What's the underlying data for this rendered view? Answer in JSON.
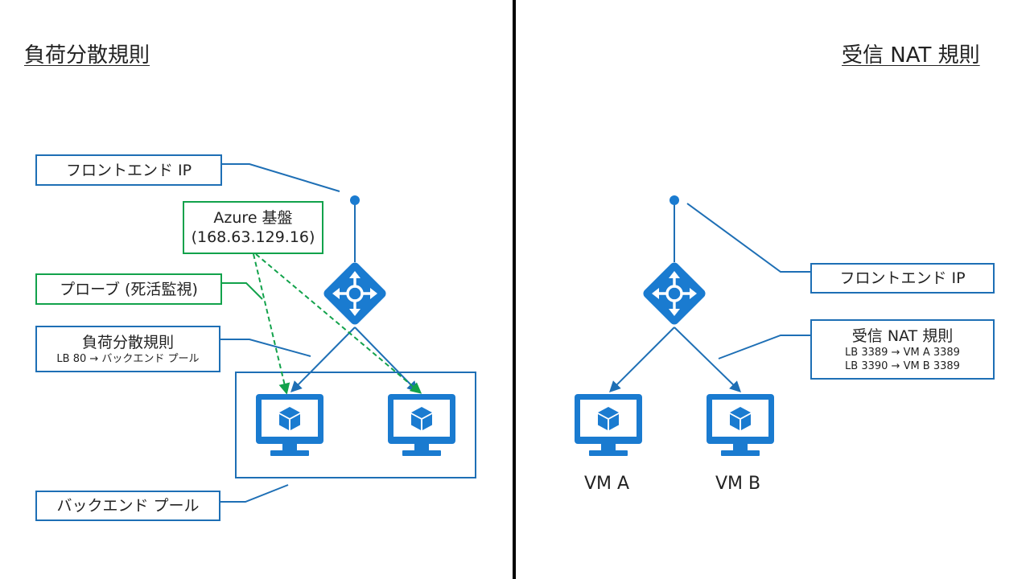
{
  "left": {
    "title": "負荷分散規則",
    "frontend_label": "フロントエンド IP",
    "azure_label": "Azure 基盤",
    "azure_ip": "(168.63.129.16)",
    "probe_label": "プローブ (死活監視)",
    "rule_label": "負荷分散規則",
    "rule_detail": "LB 80 → バックエンド プール",
    "backend_label": "バックエンド プール"
  },
  "right": {
    "title": "受信 NAT 規則",
    "frontend_label": "フロントエンド IP",
    "nat_label": "受信 NAT 規則",
    "nat_rule_1": "LB 3389 → VM A 3389",
    "nat_rule_2": "LB 3390 → VM B 3389",
    "vm_a": "VM A",
    "vm_b": "VM B"
  },
  "colors": {
    "azure_blue": "#1a7bd0",
    "line_blue": "#1e6fb5",
    "probe_green": "#12a24b",
    "divider": "#000000"
  },
  "icons": [
    "load-balancer-icon",
    "virtual-machine-icon",
    "frontend-ip-dot-icon"
  ]
}
